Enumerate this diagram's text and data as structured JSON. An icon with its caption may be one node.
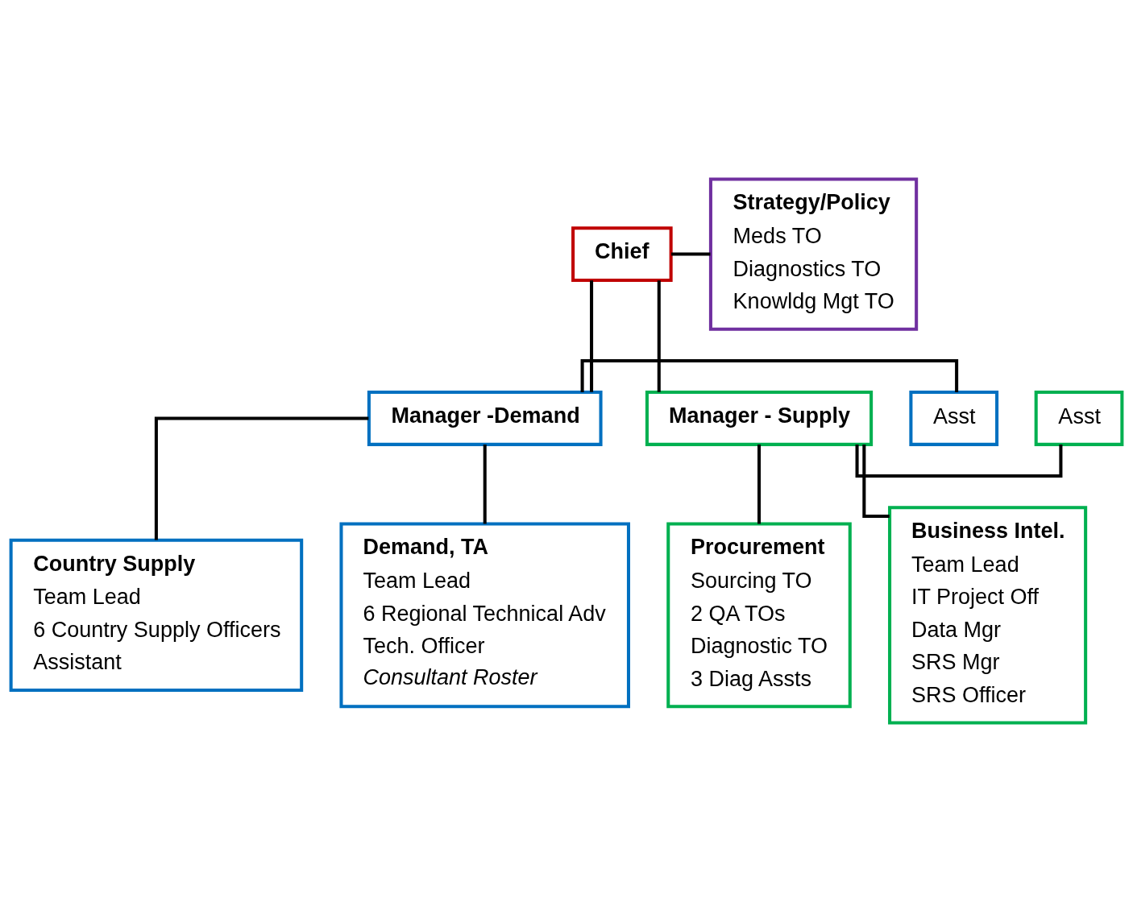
{
  "diagram": {
    "nodes": [
      {
        "text": [
          "Chief"
        ]
      },
      {
        "text": [
          "Strategy/Policy",
          "Meds TO",
          "Diagnostics TO",
          "Knowldg Mgt TO"
        ]
      },
      {
        "text": [
          "Manager -Demand"
        ]
      },
      {
        "text": [
          "Asst"
        ]
      },
      {
        "text": [
          "Manager - Supply"
        ]
      },
      {
        "text": [
          "Asst"
        ]
      },
      {
        "text": [
          "Country Supply",
          "Team Lead",
          "6 Country Supply Officers",
          "Assistant"
        ]
      },
      {
        "text": [
          "Demand, TA",
          "Team Lead",
          "6 Regional Technical Adv",
          "Tech. Officer",
          "Consultant Roster"
        ]
      },
      {
        "text": [
          "Procurement",
          "Sourcing TO",
          "2 QA TOs",
          "Diagnostic TO",
          "3 Diag Assts"
        ]
      },
      {
        "text": [
          "Business Intel.",
          "Team Lead",
          "IT Project Off",
          "Data Mgr",
          "SRS Mgr",
          "SRS Officer"
        ]
      }
    ],
    "edges": [
      {
        "from": 0,
        "to": 1,
        "arrow": "none"
      },
      {
        "from": 0,
        "to": 2,
        "arrow": "none"
      },
      {
        "from": 0,
        "to": 4,
        "arrow": "none"
      },
      {
        "from": 2,
        "to": 3,
        "arrow": "none"
      },
      {
        "from": 4,
        "to": 5,
        "arrow": "none"
      },
      {
        "from": 2,
        "to": 6,
        "arrow": "none"
      },
      {
        "from": 2,
        "to": 7,
        "arrow": "none"
      },
      {
        "from": 4,
        "to": 8,
        "arrow": "none"
      },
      {
        "from": 4,
        "to": 9,
        "arrow": "none"
      }
    ]
  }
}
